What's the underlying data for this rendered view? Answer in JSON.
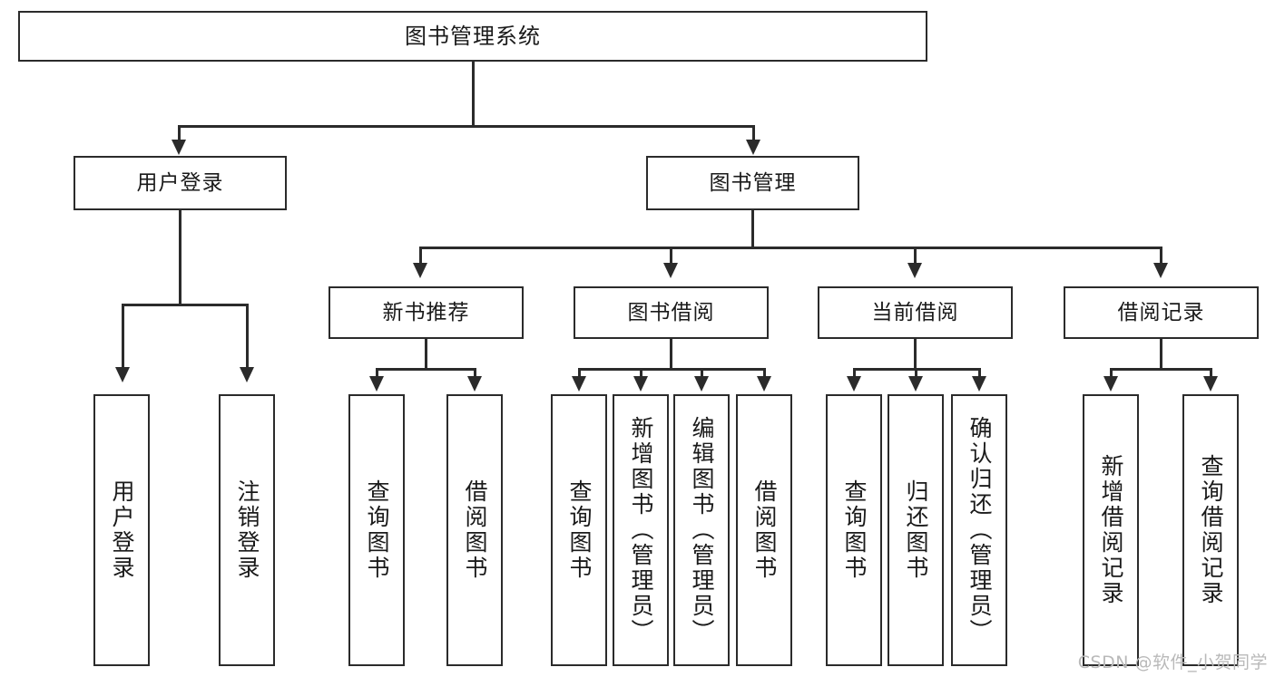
{
  "diagram": {
    "type": "tree-hierarchy",
    "title_node": "图书管理系统",
    "watermark": "CSDN @软件_小贺同学",
    "levels": {
      "root": "图书管理系统",
      "level2": [
        "用户登录",
        "图书管理"
      ],
      "level3": [
        "新书推荐",
        "图书借阅",
        "当前借阅",
        "借阅记录"
      ]
    },
    "nodes": {
      "root": {
        "label": "图书管理系统"
      },
      "user_login": {
        "label": "用户登录"
      },
      "book_manage": {
        "label": "图书管理"
      },
      "new_book_rec": {
        "label": "新书推荐"
      },
      "book_borrow": {
        "label": "图书借阅"
      },
      "current_borrow": {
        "label": "当前借阅"
      },
      "borrow_record": {
        "label": "借阅记录"
      },
      "leaf_user_login": {
        "label": "用户登录"
      },
      "leaf_user_logout": {
        "label": "注销登录"
      },
      "leaf_query_book_1": {
        "label": "查询图书"
      },
      "leaf_borrow_book_1": {
        "label": "借阅图书"
      },
      "leaf_query_book_2": {
        "label": "查询图书"
      },
      "leaf_add_book": {
        "label": "新增图书（管理员）"
      },
      "leaf_edit_book": {
        "label": "编辑图书（管理员）"
      },
      "leaf_borrow_book_2": {
        "label": "借阅图书"
      },
      "leaf_query_book_3": {
        "label": "查询图书"
      },
      "leaf_return_book": {
        "label": "归还图书"
      },
      "leaf_confirm_return": {
        "label": "确认归还（管理员）"
      },
      "leaf_add_record": {
        "label": "新增借阅记录"
      },
      "leaf_query_record": {
        "label": "查询借阅记录"
      }
    },
    "edges": [
      {
        "from": "图书管理系统",
        "to": "用户登录"
      },
      {
        "from": "图书管理系统",
        "to": "图书管理"
      },
      {
        "from": "用户登录",
        "to": "用户登录"
      },
      {
        "from": "用户登录",
        "to": "注销登录"
      },
      {
        "from": "图书管理",
        "to": "新书推荐"
      },
      {
        "from": "图书管理",
        "to": "图书借阅"
      },
      {
        "from": "图书管理",
        "to": "当前借阅"
      },
      {
        "from": "图书管理",
        "to": "借阅记录"
      },
      {
        "from": "新书推荐",
        "to": "查询图书"
      },
      {
        "from": "新书推荐",
        "to": "借阅图书"
      },
      {
        "from": "图书借阅",
        "to": "查询图书"
      },
      {
        "from": "图书借阅",
        "to": "新增图书（管理员）"
      },
      {
        "from": "图书借阅",
        "to": "编辑图书（管理员）"
      },
      {
        "from": "图书借阅",
        "to": "借阅图书"
      },
      {
        "from": "当前借阅",
        "to": "查询图书"
      },
      {
        "from": "当前借阅",
        "to": "归还图书"
      },
      {
        "from": "当前借阅",
        "to": "确认归还（管理员）"
      },
      {
        "from": "借阅记录",
        "to": "新增借阅记录"
      },
      {
        "from": "借阅记录",
        "to": "查询借阅记录"
      }
    ],
    "colors": {
      "stroke": "#2b2b2b",
      "fill": "#ffffff",
      "text": "#1a1a1a",
      "watermark": "#b9b9b9"
    }
  }
}
